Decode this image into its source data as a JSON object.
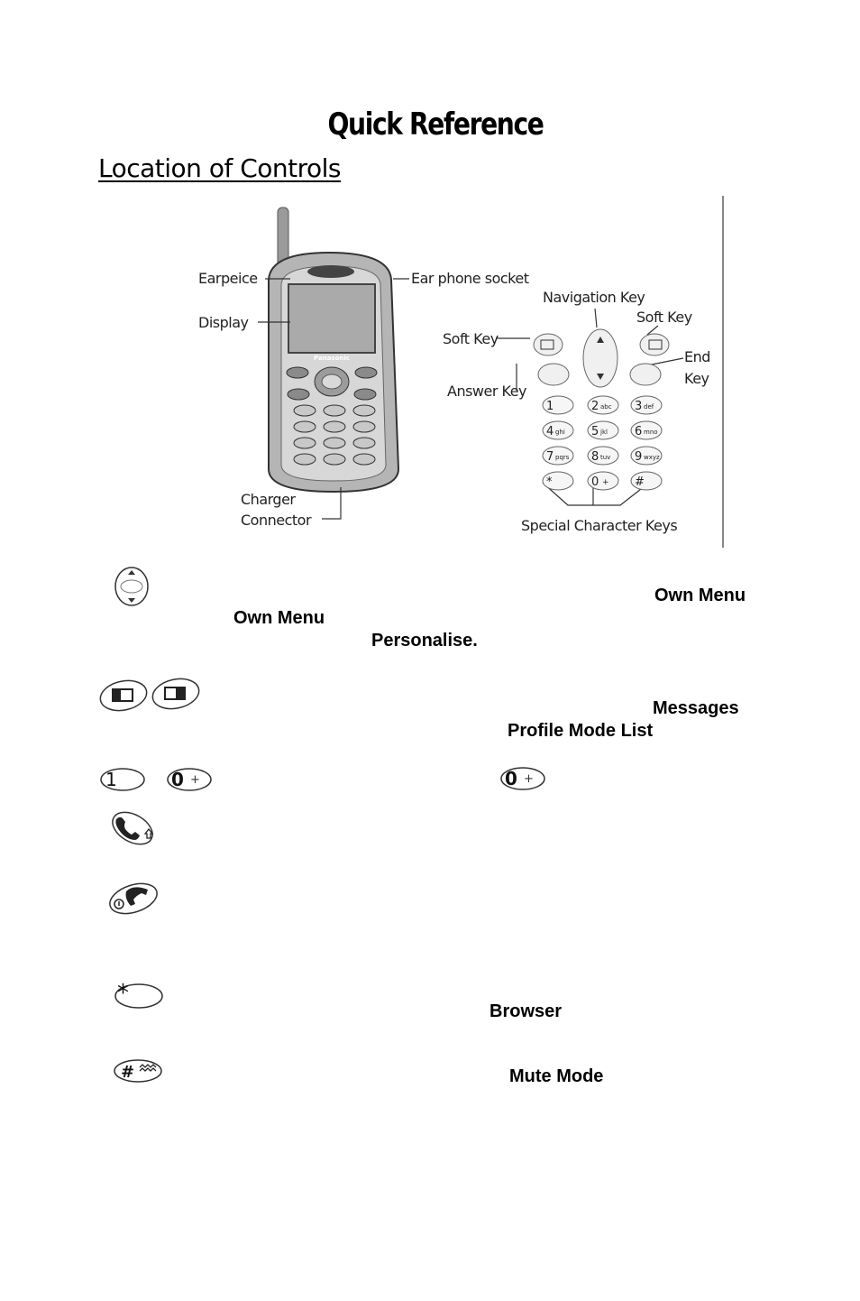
{
  "page": {
    "title": "Quick Reference",
    "subtitle": "Location of Controls"
  },
  "diagram": {
    "labels": {
      "earpiece": "Earpeice",
      "display": "Display",
      "ear_phone_socket": "Ear phone socket",
      "navigation_key": "Navigation Key",
      "soft_key_right": "Soft Key",
      "soft_key_left": "Soft Key",
      "end_key_1": "End",
      "end_key_2": "Key",
      "answer_key": "Answer Key",
      "charger_1": "Charger",
      "charger_2": "Connector",
      "special_keys": "Special Character Keys",
      "brand": "Panasonic"
    },
    "keys": {
      "k1": "1",
      "k2": "2",
      "k2s": "abc",
      "k3": "3",
      "k3s": "def",
      "k4": "4",
      "k4s": "ghi",
      "k5": "5",
      "k5s": "jkl",
      "k6": "6",
      "k6s": "mno",
      "k7": "7",
      "k7s": "pqrs",
      "k8": "8",
      "k8s": "tuv",
      "k9": "9",
      "k9s": "wxyz",
      "kstar": "*",
      "k0": "0",
      "k0s": "+",
      "khash": "#"
    }
  },
  "descriptions": {
    "own_menu_1": "Own Menu",
    "own_menu_2": "Own Menu",
    "personalise": "Personalise.",
    "messages": "Messages",
    "profile_mode_list": "Profile Mode List",
    "browser": "Browser",
    "mute_mode": "Mute Mode"
  },
  "icon_labels": {
    "one": "1",
    "zero": "0",
    "plus": "+",
    "star": "*",
    "hash": "#"
  }
}
